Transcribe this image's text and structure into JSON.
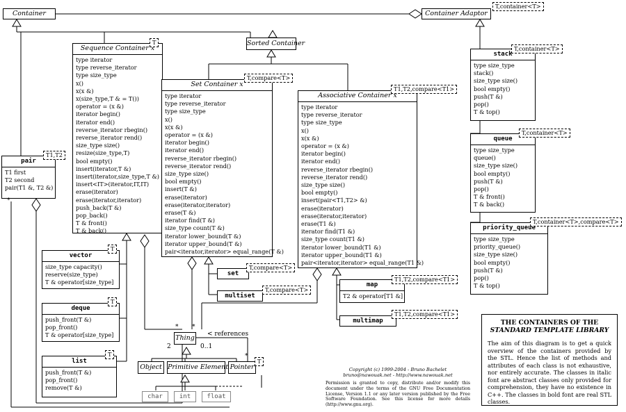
{
  "container": {
    "title": "Container"
  },
  "adaptor": {
    "title": "Container Adaptor",
    "param": "T,container<T>"
  },
  "sorted": {
    "title": "Sorted Container"
  },
  "sequence": {
    "title": "Sequence Container x",
    "param": "T",
    "members": [
      "type iterator",
      "type reverse_iterator",
      "type size_type",
      "x()",
      "x(x &)",
      "x(size_type,T & = T())",
      "operator = (x &)",
      "iterator begin()",
      "iterator end()",
      "reverse_iterator rbegin()",
      "reverse_iterator rend()",
      "size_type size()",
      "resize(size_type,T)",
      "bool empty()",
      "insert(iterator,T &)",
      "insert(iterator,size_type,T &)",
      "insert<IT>(iterator,IT,IT)",
      "erase(iterator)",
      "erase(iterator,iterator)",
      "push_back(T &)",
      "pop_back()",
      "T & front()",
      "T & back()"
    ]
  },
  "setc": {
    "title": "Set Container x",
    "param": "T,compare<T>",
    "members": [
      "type iterator",
      "type reverse_iterator",
      "type size_type",
      "x()",
      "x(x &)",
      "operator = (x &)",
      "iterator begin()",
      "iterator end()",
      "reverse_iterator rbegin()",
      "reverse_iterator rend()",
      "size_type size()",
      "bool empty()",
      "insert(T &)",
      "erase(iterator)",
      "erase(iterator,iterator)",
      "erase(T &)",
      "iterator find(T &)",
      "size_type count(T &)",
      "iterator lower_bound(T &)",
      "iterator upper_bound(T &)",
      "pair<iterator,iterator> equal_range(T &)"
    ]
  },
  "assoc": {
    "title": "Associative Container x",
    "param": "T1,T2,compare<T1>",
    "members": [
      "type iterator",
      "type reverse_iterator",
      "type size_type",
      "x()",
      "x(x &)",
      "operator = (x &)",
      "iterator begin()",
      "iterator end()",
      "reverse_iterator rbegin()",
      "reverse_iterator rend()",
      "size_type size()",
      "bool empty()",
      "insert(pair<T1,T2> &)",
      "erase(iterator)",
      "erase(iterator,iterator)",
      "erase(T1 &)",
      "iterator find(T1 &)",
      "size_type count(T1 &)",
      "iterator lower_bound(T1 &)",
      "iterator upper_bound(T1 &)",
      "pair<iterator,iterator> equal_range(T1 &)"
    ]
  },
  "pair": {
    "title": "pair",
    "param": "T1,T2",
    "members": [
      "T1 first",
      "T2 second",
      "pair(T1 &, T2 &)"
    ]
  },
  "vector": {
    "title": "vector",
    "param": "T",
    "members": [
      "size_type capacity()",
      "reserve(size_type)",
      "T & operator[size_type]"
    ]
  },
  "deque": {
    "title": "deque",
    "param": "T",
    "members": [
      "push_front(T &)",
      "pop_front()",
      "T & operator[size_type]"
    ]
  },
  "list": {
    "title": "list",
    "param": "T",
    "members": [
      "push_front(T &)",
      "pop_front()",
      "remove(T &)"
    ]
  },
  "set": {
    "title": "set",
    "param": "T,compare<T>"
  },
  "multiset": {
    "title": "multiset",
    "param": "T,compare<T>"
  },
  "map": {
    "title": "map",
    "param": "T1,T2,compare<T1>",
    "members": [
      "T2 & operator[T1 &]"
    ]
  },
  "multimap": {
    "title": "multimap",
    "param": "T1,T2,compare<T1>"
  },
  "stack": {
    "title": "stack",
    "param": "T,container<T>",
    "members": [
      "type size_type",
      "stack()",
      "size_type size()",
      "bool empty()",
      "push(T &)",
      "pop()",
      "T & top()"
    ]
  },
  "queue": {
    "title": "queue",
    "param": "T,container<T>",
    "members": [
      "type size_type",
      "queue()",
      "size_type size()",
      "bool empty()",
      "push(T &)",
      "pop()",
      "T & front()",
      "T & back()"
    ]
  },
  "pqueue": {
    "title": "priority_queue",
    "param": "T,container<T>,compare<T>",
    "members": [
      "type size_type",
      "priority_queue()",
      "size_type size()",
      "bool empty()",
      "push(T &)",
      "pop()",
      "T & top()"
    ]
  },
  "thing": {
    "title": "Thing",
    "mult_left": "2",
    "mult_right": "0..1",
    "references": "< references",
    "star1": "*",
    "star2": "*",
    "star3": "*",
    "star4": "*"
  },
  "object": {
    "title": "Object"
  },
  "primitive": {
    "title": "Primitive Element"
  },
  "pointer": {
    "title": "Pointer",
    "param": "T"
  },
  "prims": [
    "char",
    "int",
    "float"
  ],
  "legend": {
    "title_a": "THE CONTAINERS OF THE ",
    "title_b": "STANDARD TEMPLATE LIBRARY",
    "text": "The aim of this diagram is to get a quick overview of the containers provided by the STL. Hence the list of methods and attributes of each class is not exhaustive, nor entirely accurate. The classes in italic font are abstract classes only provided for comprehension, they have no existence in C++. The classes in bold font are real STL classes."
  },
  "copyright": {
    "line1": "Copyright (c) 1999-2004 - Bruno Bachelet",
    "line2": "bruno@nawouak.net - http://www.nawouak.net"
  },
  "permission": "Permission is granted to copy, distribute and/or modify this document under the terms of the GNU Free Documentation License, Version 1.1 or any later version published by the Free Software Foundation. See this license for more details (http://www.gnu.org)."
}
